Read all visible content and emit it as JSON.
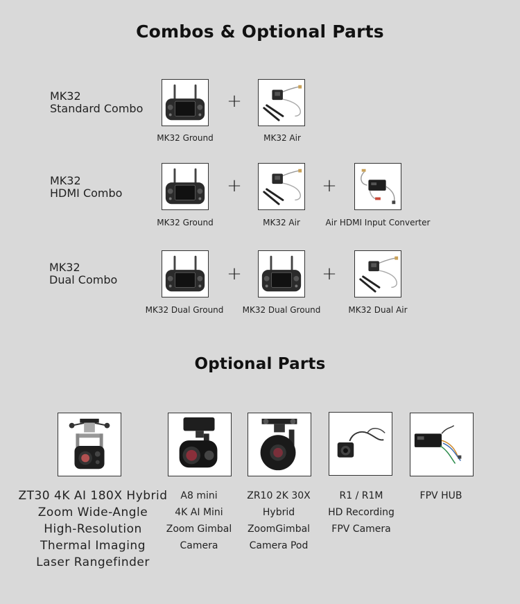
{
  "title": "Combos & Optional Parts",
  "combos": [
    {
      "name_line1": "MK32",
      "name_line2": "Standard Combo",
      "items": [
        {
          "label": "MK32 Ground",
          "icon": "ground-station-icon"
        },
        {
          "label": "MK32 Air",
          "icon": "air-unit-icon"
        }
      ]
    },
    {
      "name_line1": "MK32",
      "name_line2": "HDMI Combo",
      "items": [
        {
          "label": "MK32 Ground",
          "icon": "ground-station-icon"
        },
        {
          "label": "MK32 Air",
          "icon": "air-unit-icon"
        },
        {
          "label": "Air HDMI Input Converter",
          "icon": "hdmi-converter-icon"
        }
      ]
    },
    {
      "name_line1": "MK32",
      "name_line2": "Dual Combo",
      "items": [
        {
          "label": "MK32 Dual Ground",
          "icon": "ground-station-icon"
        },
        {
          "label": "MK32 Dual Ground",
          "icon": "ground-station-icon"
        },
        {
          "label": "MK32 Dual Air",
          "icon": "air-unit-icon"
        }
      ]
    }
  ],
  "plus_sign": "+",
  "optional_title": "Optional Parts",
  "parts": [
    {
      "icon": "zt30-gimbal-icon",
      "lines": [
        "ZT30 4K AI 180X Hybrid",
        "Zoom Wide-Angle",
        "High-Resolution",
        "Thermal Imaging",
        "Laser Rangefinder"
      ]
    },
    {
      "icon": "a8-mini-gimbal-icon",
      "lines": [
        "A8 mini",
        "4K AI Mini",
        "Zoom Gimbal",
        "Camera"
      ]
    },
    {
      "icon": "zr10-gimbal-icon",
      "lines": [
        "ZR10 2K 30X",
        "Hybrid",
        "ZoomGimbal",
        "Camera Pod"
      ]
    },
    {
      "icon": "fpv-camera-icon",
      "lines": [
        "R1 / R1M",
        "HD Recording",
        "FPV Camera"
      ]
    },
    {
      "icon": "fpv-hub-icon",
      "lines": [
        "FPV HUB"
      ]
    }
  ]
}
